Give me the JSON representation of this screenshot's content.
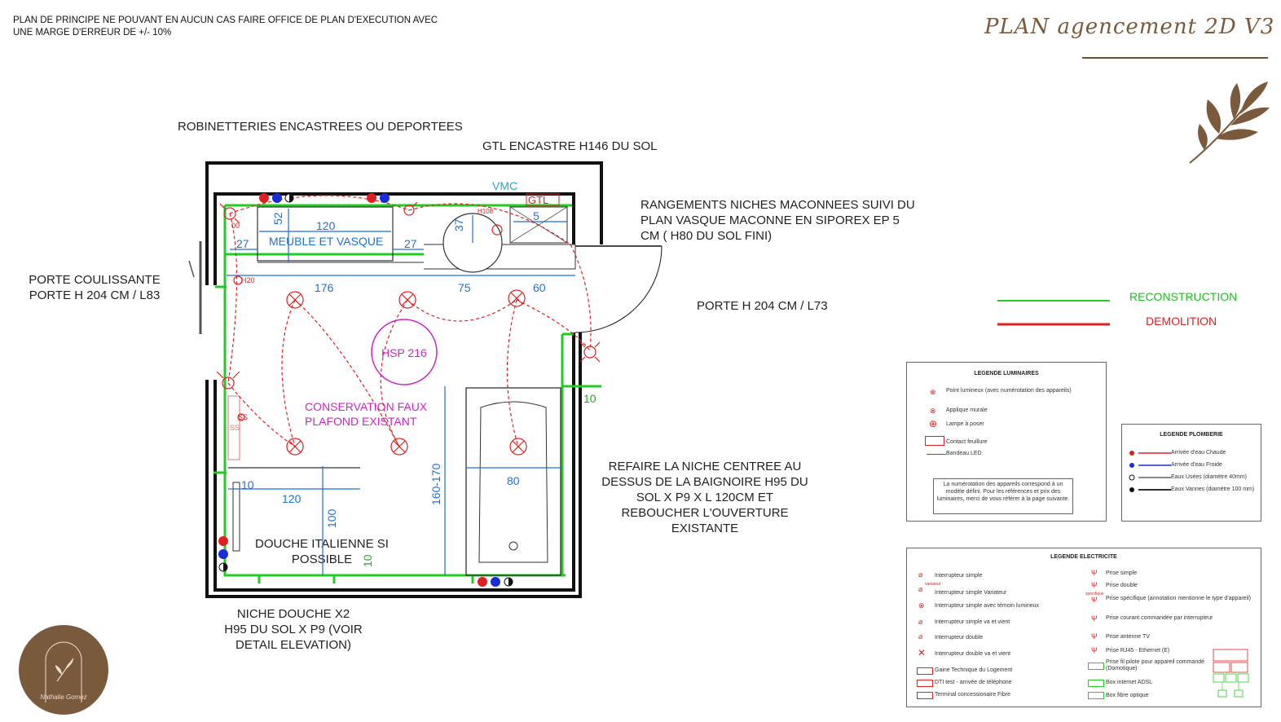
{
  "header": {
    "disclaimer_line1": "PLAN DE PRINCIPE NE POUVANT EN AUCUN CAS FAIRE OFFICE DE PLAN D'EXECUTION AVEC",
    "disclaimer_line2": "UNE MARGE D'ERREUR DE +/- 10%",
    "title": "PLAN  agencement 2D  V3"
  },
  "annotations": {
    "robinetteries": "ROBINETTERIES ENCASTREES OU DEPORTEES",
    "gtl": "GTL ENCASTRE H146 DU SOL",
    "rangements_1": "RANGEMENTS NICHES MACONNEES SUIVI DU",
    "rangements_2": "PLAN VASQUE  MACONNE  EN SIPOREX EP 5",
    "rangements_3": "CM ( H80 DU SOL FINI)",
    "porte_coul_1": "PORTE COULISSANTE",
    "porte_coul_2": "PORTE H 204 CM / L83",
    "porte_l73": "PORTE H 204 CM / L73",
    "refaire_1": "REFAIRE LA NICHE CENTREE AU",
    "refaire_2": "DESSUS DE LA BAIGNOIRE  H95 DU",
    "refaire_3": "SOL X P9 X L 120CM ET",
    "refaire_4": "REBOUCHER L'OUVERTURE",
    "refaire_5": "EXISTANTE",
    "niche_1": "NICHE DOUCHE X2",
    "niche_2": "H95 DU SOL X P9 (VOIR",
    "niche_3": "DETAIL ELEVATION)",
    "douche_1": "DOUCHE ITALIENNE SI",
    "douche_2": "POSSIBLE"
  },
  "plan": {
    "vmc": "VMC",
    "gtl": "GTL",
    "meuble": "MEUBLE ET VASQUE",
    "hsp": "HSP 216",
    "conservation_1": "CONSERVATION FAUX",
    "conservation_2": "PLAFOND EXISTANT",
    "dim_120_top": "120",
    "dim_52": "52",
    "dim_27_left": "27",
    "dim_27_right": "27",
    "dim_37": "37",
    "dim_5": "5",
    "dim_176": "176",
    "dim_75": "75",
    "dim_60": "60",
    "dim_10_right": "10",
    "dim_160": "160-170",
    "dim_80": "80",
    "dim_10_left": "10",
    "dim_120_shower": "120",
    "dim_100": "100",
    "dim_10_bottom": "10",
    "h00": "00",
    "h20": "H20",
    "h108": "H108",
    "ss1": "SS",
    "ss2": "SS"
  },
  "legend_line": {
    "reconstruction": "RECONSTRUCTION",
    "demolition": "DEMOLITION",
    "reconstruction_color": "#22cc22",
    "demolition_color": "#e02020"
  },
  "legend_luminaires": {
    "title": "LEGENDE LUMINAIRES",
    "items": [
      "Point lumineux (avec numérotation des appareils)",
      "Applique murale",
      "Lampe à poser",
      "Contact feuillure",
      "Bandeau LED"
    ],
    "note": "La numérotation des appareils  correspond à un modèle défini. Pour les références et prix des luminaires, merci de vous référer à la page suivante."
  },
  "legend_plomberie": {
    "title": "LEGENDE PLOMBERIE",
    "items": [
      "Arrivée d'eau Chaude",
      "Arrivée d'eau Froide",
      "Eaux Usées (diamètre  40mm)",
      "Eaux Vannes (diamètre  100 mm)"
    ]
  },
  "legend_electricite": {
    "title": "LEGENDE ELECTRICITE",
    "left": [
      "Interrupteur simple",
      "Interrupteur simple Variateur",
      "Interrupteur simple avec témoin lumineux",
      "Interrupteur simple va et vient",
      "Interrupteur double",
      "Interrupteur double va et vient",
      "Gaine Technique du Logement",
      "DTI test - arrivée de téléphone",
      "Terminal concessionaire Fibre"
    ],
    "right": [
      "Prise simple",
      "Prise double",
      "Prise spécifique (annotation mentionne le type d'appareil)",
      "Prise courant commandée par interrupteur",
      "Prise antenne TV",
      "Prise RJ45 - Ethernet (E)",
      "Prise fil pilote pour appareil commandé (Domotique)",
      "Box internet ADSL",
      "Box fibre optique"
    ],
    "small_variateur": "variateur",
    "small_specifique": "spécifique"
  },
  "logo": {
    "script": "Nathalie Gomez"
  }
}
